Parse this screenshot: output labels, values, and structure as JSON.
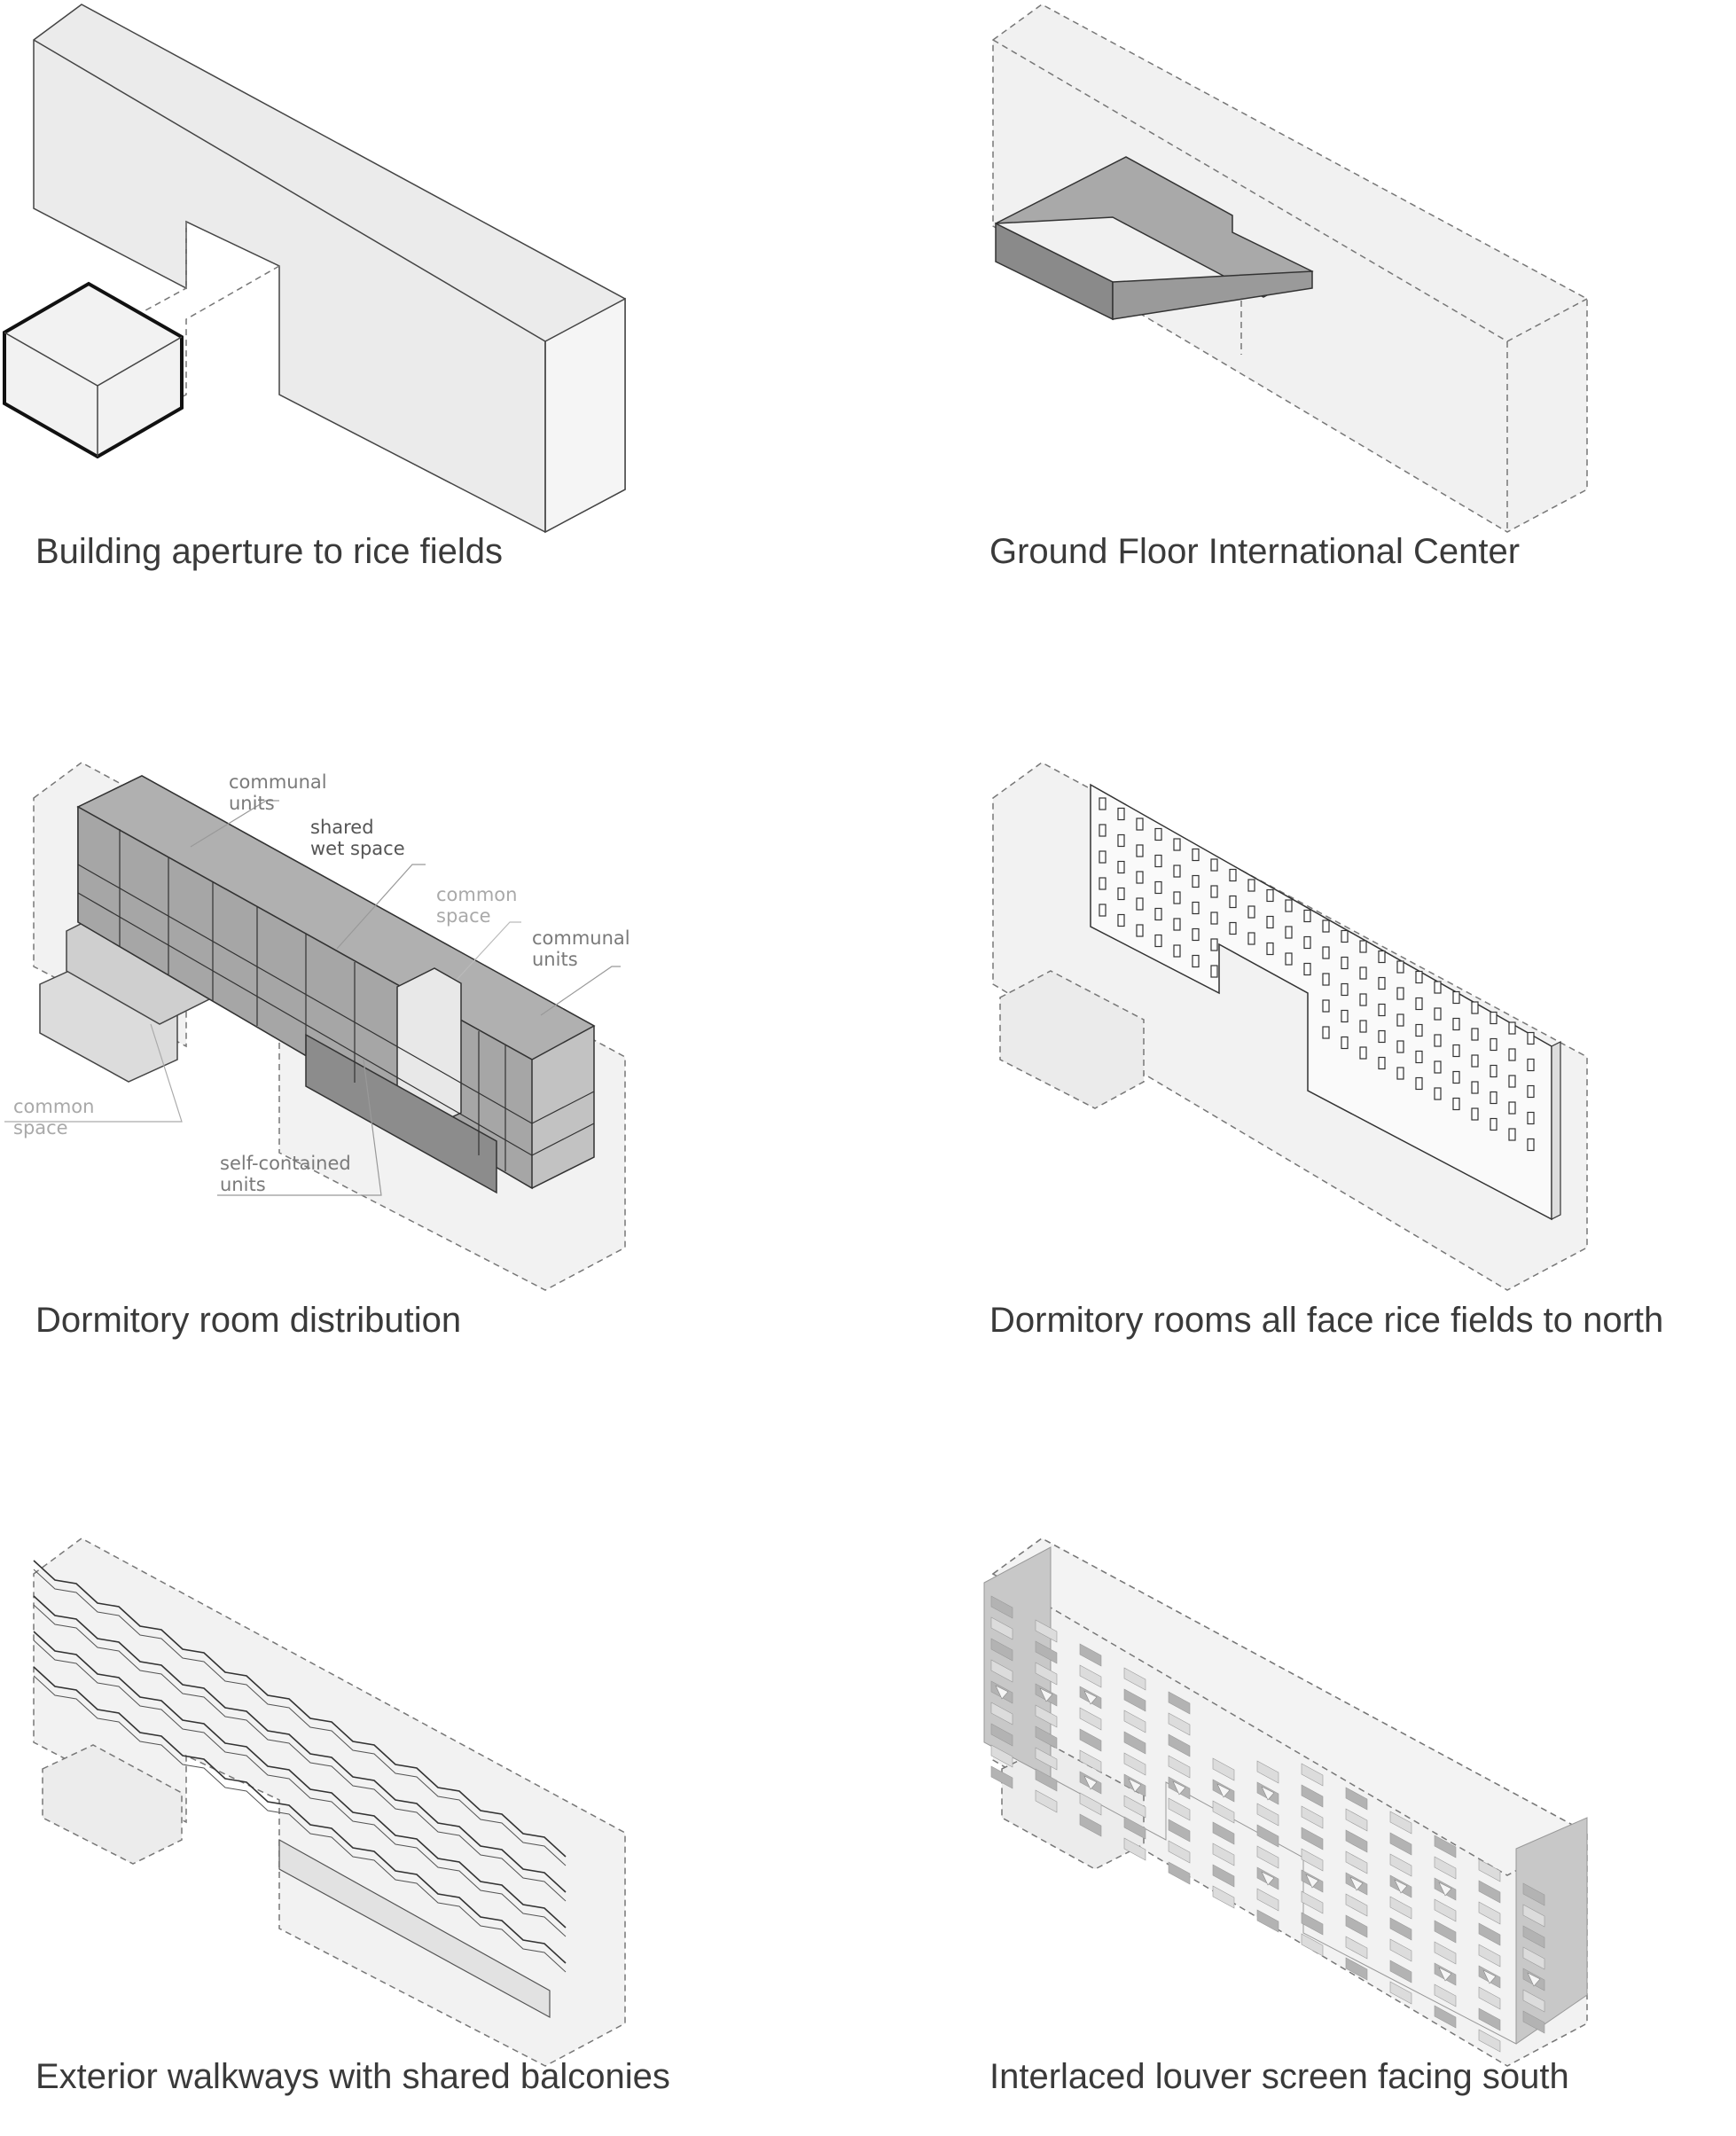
{
  "captions": {
    "p1": "Building aperture to rice fields",
    "p2": "Ground Floor International Center",
    "p3": "Dormitory room distribution",
    "p4": "Dormitory rooms all face rice fields to north",
    "p5": "Exterior walkways with shared balconies",
    "p6": "Interlaced louver screen facing south"
  },
  "labels": {
    "communal_units_1": [
      "communal",
      "units"
    ],
    "shared_wet_space": [
      "shared",
      "wet space"
    ],
    "common_space_1": [
      "common",
      "space"
    ],
    "communal_units_2": [
      "communal",
      "units"
    ],
    "common_space_2": [
      "common",
      "space"
    ],
    "self_contained_units": [
      "self-contained",
      "units"
    ]
  },
  "colors": {
    "volume_fill": "#ebebeb",
    "dark_fill": "#8e8e8e",
    "mid_fill": "#b8b8b8",
    "line": "#444444",
    "dashed": "#777777"
  }
}
